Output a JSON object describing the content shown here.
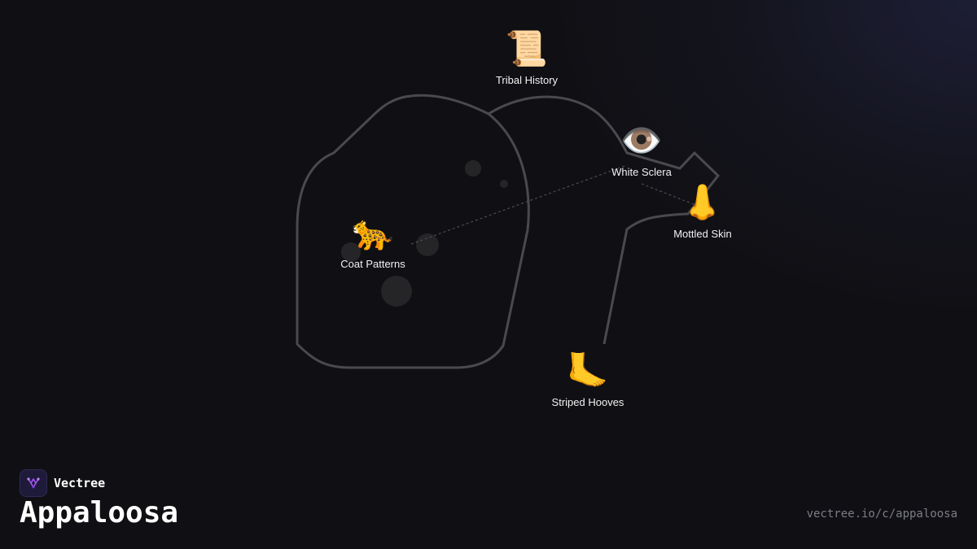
{
  "brand": {
    "name": "Vectree"
  },
  "title": "Appaloosa",
  "url": "vectree.io/c/appaloosa",
  "nodes": [
    {
      "id": "tribal-history",
      "emoji": "📜",
      "label": "Tribal History",
      "icon": "scroll-icon"
    },
    {
      "id": "white-sclera",
      "emoji": "👁️",
      "label": "White Sclera",
      "icon": "eye-icon"
    },
    {
      "id": "mottled-skin",
      "emoji": "👃",
      "label": "Mottled Skin",
      "icon": "nose-icon"
    },
    {
      "id": "coat-patterns",
      "emoji": "🐆",
      "label": "Coat Patterns",
      "icon": "leopard-icon"
    },
    {
      "id": "striped-hooves",
      "emoji": "🦶",
      "label": "Striped Hooves",
      "icon": "foot-icon"
    }
  ],
  "colors": {
    "outline": "#4a4a4e",
    "background": "#101014",
    "accent": "#a855f7"
  }
}
